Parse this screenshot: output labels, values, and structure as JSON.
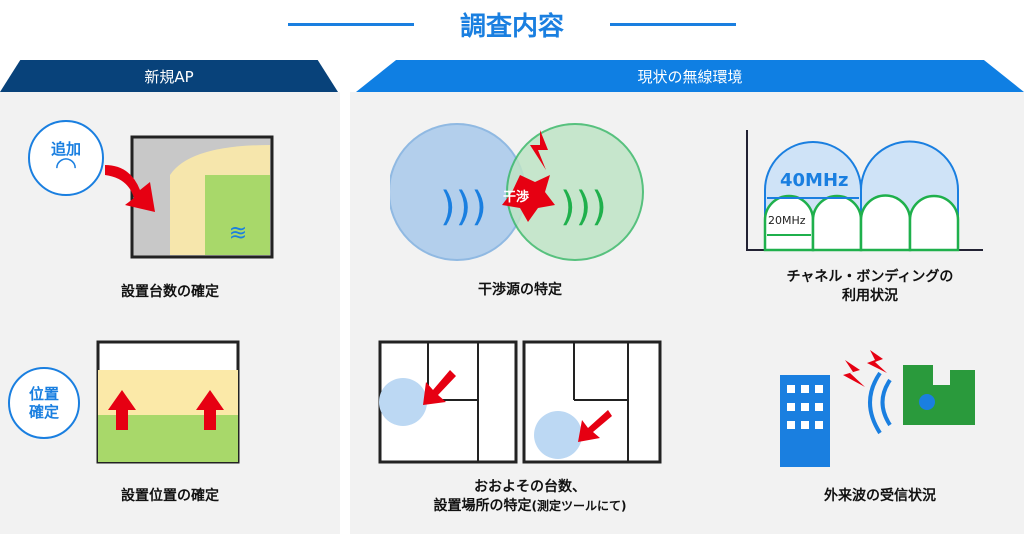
{
  "title": "調査内容",
  "left": {
    "header": "新規AP",
    "items": [
      {
        "badge": "追加",
        "caption": "設置台数の確定"
      },
      {
        "badge_lines": [
          "位置",
          "確定"
        ],
        "caption": "設置位置の確定"
      }
    ]
  },
  "right": {
    "header": "現状の無線環境",
    "items": [
      {
        "badge": "干渉",
        "caption": "干渉源の特定"
      },
      {
        "wide_label": "40MHz",
        "narrow_label": "20MHz",
        "caption_lines": [
          "チャネル・ボンディングの",
          "利用状況"
        ]
      },
      {
        "caption_line1": "おおよその台数、",
        "caption_line2": "設置場所の特定",
        "caption_note": "(測定ツールにて)"
      },
      {
        "caption": "外来波の受信状況"
      }
    ]
  },
  "colors": {
    "accent": "#1a7fe0",
    "dark": "#08427a",
    "green": "#1fb04c",
    "red": "#e60012"
  }
}
